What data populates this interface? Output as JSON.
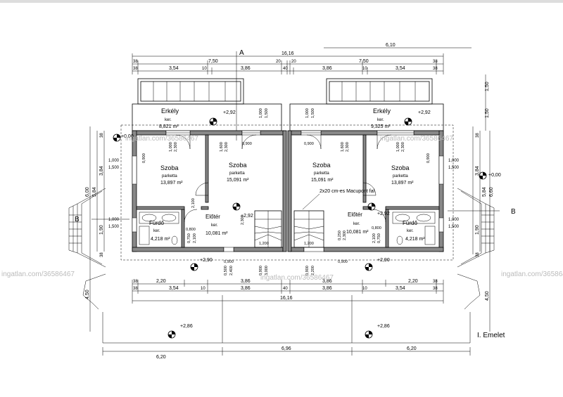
{
  "plan": {
    "floor_label": "I. Emelet",
    "section_a": "A",
    "section_b": "B",
    "overall_top": "16,16",
    "overall_bottom": "16,16",
    "balcony_width": "6,10",
    "top_left_75": "7,50",
    "top_right_75": "7,50",
    "dims_38": "38",
    "dims_20": "20",
    "dims_10": "10",
    "dims_354": "3,54",
    "dims_386": "3,86",
    "dims_220": "2,20",
    "dims_600": "6,00",
    "dims_584": "5,84",
    "dims_384": "3,84",
    "dims_190": "1,90",
    "dims_150": "1,50",
    "dims_1000": "1,000",
    "dims_1500": "1,500",
    "dims_450": "4,50",
    "dims_620": "6,20",
    "dims_696": "6,96",
    "dims_660": "6,60",
    "level_292": "+2,92",
    "level_290": "+2,90",
    "level_286": "+2,86",
    "level_000": "+0,00",
    "macupont": "2x20 cm-es Macupont fal",
    "watermark": "ingatlan.com/36586467",
    "rooms": [
      {
        "name": "Erkély",
        "floor": "ker.",
        "area": "8,821 m²"
      },
      {
        "name": "Erkély",
        "floor": "ker.",
        "area": "9,325 m²"
      },
      {
        "name": "Szoba",
        "floor": "parketta",
        "area": "13,897 m²"
      },
      {
        "name": "Szoba",
        "floor": "parketta",
        "area": "15,091 m²"
      },
      {
        "name": "Szoba",
        "floor": "parketta",
        "area": "15,091 m²"
      },
      {
        "name": "Szoba",
        "floor": "parketta",
        "area": "13,897 m²"
      },
      {
        "name": "Fürdő",
        "floor": "ker.",
        "area": "4,218 m²"
      },
      {
        "name": "Előtér",
        "floor": "ker.",
        "area": "10,081 m²"
      },
      {
        "name": "Előtér",
        "floor": "ker.",
        "area": "10,081 m²"
      },
      {
        "name": "Fürdő",
        "floor": "ker.",
        "area": "4,218 m²"
      }
    ],
    "openings": {
      "w0900": "0,900",
      "w1000": "1,000",
      "w1500": "1,500",
      "w1200": "1,200",
      "w0750": "0,750",
      "w0800": "0,800",
      "w2100": "2,100",
      "w2400": "2,400",
      "w0500": "0,500",
      "w0250": "0,250",
      "w1600": "1,600",
      "w2300": "2,300",
      "w3000": "3,000",
      "w2200": "2,200"
    }
  }
}
